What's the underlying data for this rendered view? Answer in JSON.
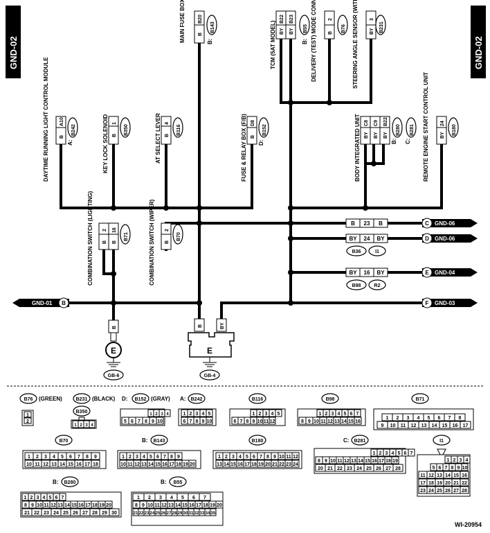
{
  "page": {
    "id_left": "GND-02",
    "id_right": "GND-02",
    "figure_code": "WI-20954"
  },
  "components": {
    "drl": {
      "name": "DAYTIME RUNNING LIGHT CONTROL MODULE",
      "prefix": "A:",
      "connector": "B242",
      "pins": [
        "B",
        "A10"
      ]
    },
    "keylock": {
      "name": "KEY LOCK SOLENOID",
      "connector": "B350",
      "pins": [
        "B",
        "1"
      ]
    },
    "selectlever": {
      "name": "AT SELECT LEVER",
      "connector": "B116",
      "pins": [
        "B",
        "4"
      ]
    },
    "mainfuse": {
      "name": "MAIN FUSE BOX (M/B)",
      "connector": "B143",
      "pins": [
        "B",
        "B20"
      ]
    },
    "fuserelay": {
      "name": "FUSE & RELAY BOX (F/B)",
      "prefix": "D:",
      "connector": "B152",
      "pins": [
        "B",
        "D8"
      ]
    },
    "tcm": {
      "name": "TCM (5AT MODEL)",
      "prefix": "B:",
      "connector": "B55",
      "pins": [
        "BY",
        "B22",
        "BY",
        "B23"
      ]
    },
    "delivery": {
      "name": "DELIVERY (TEST) MODE CONNECTOR",
      "connector": "B76",
      "pins": [
        "B",
        "2"
      ]
    },
    "steering": {
      "name": "STEERING ANGLE SENSOR (WITH VDC)",
      "connector": "B231",
      "pins": [
        "BY",
        "3"
      ]
    },
    "biu": {
      "name": "BODY INTEGRATED UNIT",
      "prefix_b": "B:",
      "connector_b": "B280",
      "prefix_c": "C:",
      "connector_c": "B281",
      "pins": [
        "BY",
        "C8",
        "BY",
        "C9",
        "BY",
        "B22"
      ]
    },
    "remote": {
      "name": "REMOTE ENGINE START CONTROL UNIT",
      "connector": "B180",
      "pins": [
        "BY",
        "24"
      ]
    },
    "combo_light": {
      "name": "COMBINATION SWITCH (LIGHTING)",
      "connector": "B71",
      "pins": [
        "B",
        "2",
        "B",
        "16"
      ]
    },
    "combo_wiper": {
      "name": "COMBINATION SWITCH (WIPER)",
      "connector": "B70",
      "pins": [
        "B",
        "2"
      ]
    }
  },
  "junctions": {
    "c": {
      "left": "B",
      "num": "23",
      "right": "B",
      "tab": "C",
      "label": "GND-06"
    },
    "d": {
      "left": "BY",
      "num": "24",
      "right": "BY",
      "tab": "D",
      "label": "GND-06",
      "conn1": "B36",
      "conn2": "I1"
    },
    "e": {
      "left": "BY",
      "num": "16",
      "right": "BY",
      "tab": "E",
      "label": "GND-04",
      "conn1": "B98",
      "conn2": "R2"
    },
    "f": {
      "tab": "F",
      "label": "GND-03"
    },
    "gnd01": {
      "label": "GND-01",
      "tab": "B"
    }
  },
  "grounds": {
    "gb6": {
      "letter": "E",
      "wire": "B",
      "label": "GB-6"
    },
    "gb4": {
      "letter": "E",
      "wire_left": "B",
      "wire_right": "BY",
      "label": "GB-4"
    }
  },
  "legend": {
    "b76": {
      "id": "B76",
      "note": "(GREEN)",
      "pins": [
        "1",
        "2"
      ]
    },
    "b231": {
      "id": "B231",
      "note": "(BLACK)",
      "pins": [
        "1",
        "2",
        "3",
        "4"
      ]
    },
    "b350": {
      "id": "B350"
    },
    "b152": {
      "prefix": "D:",
      "id": "B152",
      "note": "(GRAY)",
      "top": [
        "1",
        "2",
        "3",
        "4"
      ],
      "bottom": [
        "5",
        "6",
        "7",
        "8",
        "9",
        "10"
      ]
    },
    "b242": {
      "prefix": "A:",
      "id": "B242",
      "top": [
        "1",
        "2",
        "3",
        "4",
        "5"
      ],
      "bottom": [
        "6",
        "7",
        "8",
        "9",
        "10"
      ]
    },
    "b116": {
      "id": "B116",
      "top": [
        "1",
        "2",
        "3",
        "4",
        "5"
      ],
      "bottom": [
        "6",
        "7",
        "8",
        "9",
        "10",
        "11",
        "12"
      ]
    },
    "b98": {
      "id": "B98",
      "top": [
        "1",
        "2",
        "3",
        "4",
        "5",
        "6",
        "7"
      ],
      "bottom": [
        "8",
        "9",
        "10",
        "11",
        "12",
        "13",
        "14",
        "15",
        "16"
      ]
    },
    "b71": {
      "id": "B71",
      "top": [
        "1",
        "2",
        "3",
        "4",
        "5",
        "6",
        "7",
        "8"
      ],
      "bottom": [
        "9",
        "10",
        "11",
        "12",
        "13",
        "14",
        "15",
        "16",
        "17"
      ]
    },
    "b70": {
      "id": "B70",
      "top": [
        "1",
        "2",
        "3",
        "4",
        "5",
        "6",
        "7",
        "8",
        "9"
      ],
      "bottom": [
        "10",
        "11",
        "12",
        "13",
        "14",
        "15",
        "16",
        "17",
        "18"
      ]
    },
    "b143": {
      "prefix": "B:",
      "id": "B143",
      "top": [
        "1",
        "2",
        "3",
        "4",
        "5",
        "6",
        "7",
        "8",
        "9"
      ],
      "bottom": [
        "10",
        "11",
        "12",
        "13",
        "14",
        "15",
        "16",
        "17",
        "18",
        "19",
        "20"
      ]
    },
    "b180": {
      "id": "B180",
      "top": [
        "1",
        "2",
        "3",
        "4",
        "5",
        "6",
        "7",
        "8",
        "9",
        "10",
        "11",
        "12"
      ],
      "bottom": [
        "13",
        "14",
        "15",
        "16",
        "17",
        "18",
        "19",
        "20",
        "21",
        "22",
        "23",
        "24"
      ]
    },
    "b281": {
      "prefix": "C:",
      "id": "B281",
      "r1": [
        "1",
        "2",
        "3",
        "4",
        "5",
        "6",
        "7"
      ],
      "r2": [
        "8",
        "9",
        "10",
        "11",
        "12",
        "13",
        "14",
        "15",
        "16",
        "17",
        "18",
        "19"
      ],
      "r3": [
        "20",
        "21",
        "22",
        "23",
        "24",
        "25",
        "26",
        "27",
        "28"
      ]
    },
    "i1": {
      "id": "I1",
      "r1": [
        "1",
        "2",
        "3",
        "4"
      ],
      "r2": [
        "5",
        "6",
        "7",
        "8",
        "9",
        "10"
      ],
      "r3": [
        "11",
        "12",
        "13",
        "14",
        "15",
        "16"
      ],
      "r4": [
        "17",
        "18",
        "19",
        "20",
        "21",
        "22"
      ],
      "r5": [
        "23",
        "24",
        "25",
        "26",
        "27",
        "28"
      ]
    },
    "b280": {
      "prefix": "B:",
      "id": "B280",
      "r1": [
        "1",
        "2",
        "3",
        "4",
        "5",
        "6",
        "7"
      ],
      "r2": [
        "8",
        "9",
        "10",
        "11",
        "12",
        "13",
        "14",
        "15",
        "16",
        "17",
        "18",
        "19",
        "20"
      ],
      "r3": [
        "21",
        "22",
        "23",
        "24",
        "25",
        "26",
        "27",
        "28",
        "29",
        "30"
      ]
    },
    "b55": {
      "prefix": "B:",
      "id": "B55",
      "r1": [
        "1",
        "2",
        "3",
        "4",
        "5",
        "6",
        "7"
      ],
      "r2": [
        "8",
        "9",
        "10",
        "11",
        "12",
        "13",
        "14",
        "15",
        "16",
        "17",
        "18",
        "19",
        "20"
      ],
      "r3": [
        "21",
        "22",
        "23",
        "24",
        "25",
        "26",
        "27",
        "28",
        "29",
        "30",
        "31",
        "32",
        "33",
        "34",
        "35"
      ]
    }
  }
}
